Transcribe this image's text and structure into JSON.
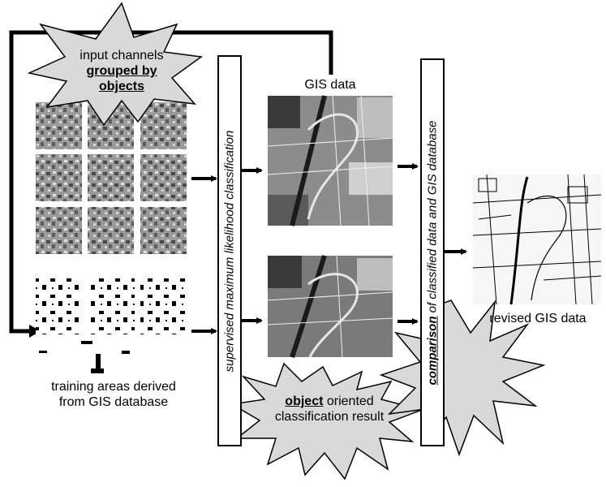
{
  "input_channels": {
    "line1": "input channels",
    "line2": "grouped by",
    "line3": "objects"
  },
  "training_areas": {
    "line1": "training areas derived",
    "line2": "from GIS database"
  },
  "classification_step": "supervised maximum likelihood classification",
  "gis_data_label": "GIS data",
  "result_label": {
    "emphasis": "object",
    "rest": " oriented",
    "line2": "classification result"
  },
  "comparison_step": {
    "emphasis": "comparison",
    "rest": " of classified data and GIS database"
  },
  "revised_label": "revised GIS data",
  "colors": {
    "star_fill": "#d9d9d9",
    "line": "#000000",
    "map_dark": "#3a3a3a",
    "map_mid": "#8c8c8c",
    "map_light": "#cfcfcf"
  }
}
